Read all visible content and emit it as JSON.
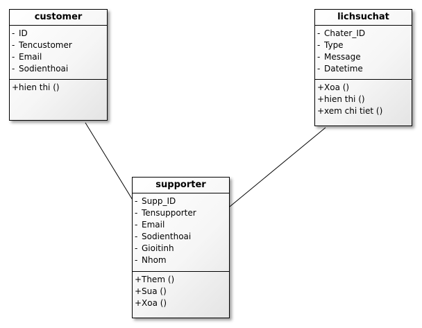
{
  "classes": {
    "customer": {
      "name": "customer",
      "attributes": [
        {
          "symbol": "-",
          "text": "ID"
        },
        {
          "symbol": "-",
          "text": "Tencustomer"
        },
        {
          "symbol": "-",
          "text": "Email"
        },
        {
          "symbol": "-",
          "text": "Sodienthoai"
        }
      ],
      "operations": [
        {
          "symbol": "+",
          "text": "hien thi ()"
        }
      ]
    },
    "lichsuchat": {
      "name": "lichsuchat",
      "attributes": [
        {
          "symbol": "-",
          "text": "Chater_ID"
        },
        {
          "symbol": "-",
          "text": "Type"
        },
        {
          "symbol": "-",
          "text": "Message"
        },
        {
          "symbol": "-",
          "text": "Datetime"
        }
      ],
      "operations": [
        {
          "symbol": "+",
          "text": "Xoa ()"
        },
        {
          "symbol": "+",
          "text": "hien thi ()"
        },
        {
          "symbol": "+",
          "text": "xem chi tiet ()"
        }
      ]
    },
    "supporter": {
      "name": "supporter",
      "attributes": [
        {
          "symbol": "-",
          "text": "Supp_ID"
        },
        {
          "symbol": "-",
          "text": "Tensupporter"
        },
        {
          "symbol": "-",
          "text": "Email"
        },
        {
          "symbol": "-",
          "text": "Sodienthoai"
        },
        {
          "symbol": "-",
          "text": "Gioitinh"
        },
        {
          "symbol": "-",
          "text": "Nhom"
        }
      ],
      "operations": [
        {
          "symbol": "+",
          "text": "Them ()"
        },
        {
          "symbol": "+",
          "text": "Sua ()"
        },
        {
          "symbol": "+",
          "text": "Xoa ()"
        }
      ]
    }
  },
  "associations": [
    {
      "from": "customer",
      "to": "supporter"
    },
    {
      "from": "lichsuchat",
      "to": "supporter"
    }
  ]
}
